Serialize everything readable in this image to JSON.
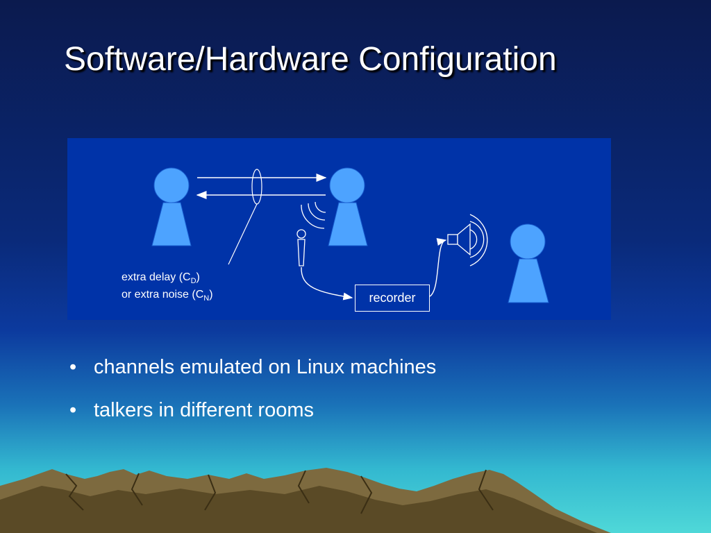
{
  "slide": {
    "title": "Software/Hardware Configuration"
  },
  "diagram": {
    "label_delay_prefix": "extra delay (C",
    "label_delay_sub": "D",
    "label_delay_suffix": ")",
    "label_noise_prefix": "or extra noise (C",
    "label_noise_sub": "N",
    "label_noise_suffix": ")",
    "recorder_label": "recorder",
    "colors": {
      "panel": "#0033a8",
      "person": "#4da3ff",
      "line": "#ffffff"
    }
  },
  "bullets": [
    {
      "marker": "•",
      "text": "channels emulated on Linux machines"
    },
    {
      "marker": "•",
      "text": "talkers in different rooms"
    }
  ]
}
